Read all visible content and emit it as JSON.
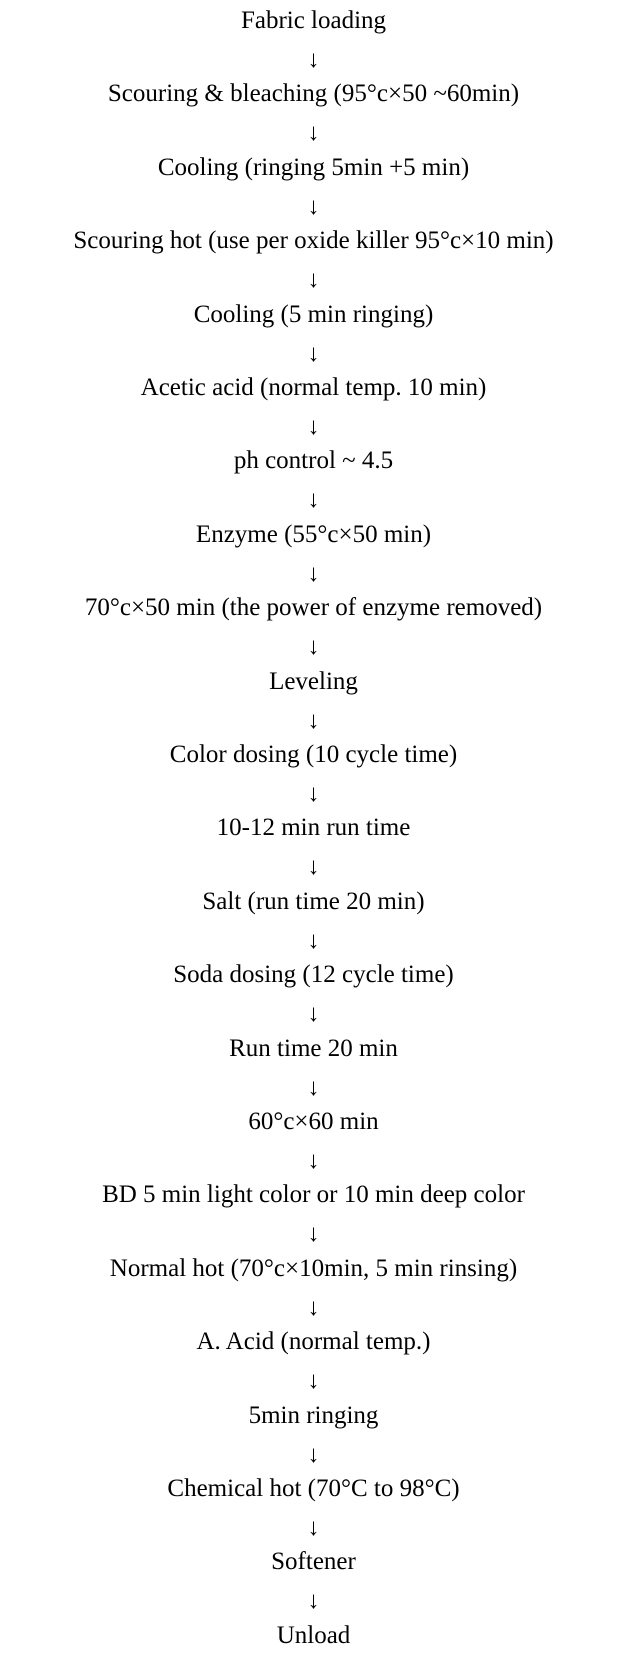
{
  "diagram": {
    "arrow_glyph": "↓",
    "steps": [
      "Fabric loading",
      "Scouring & bleaching (95°c×50 ~60min)",
      "Cooling (ringing 5min +5 min)",
      "Scouring hot (use per oxide killer 95°c×10 min)",
      "Cooling (5 min ringing)",
      "Acetic acid (normal temp. 10 min)",
      "ph control ~ 4.5",
      "Enzyme (55°c×50 min)",
      "70°c×50 min (the power of enzyme removed)",
      "Leveling",
      "Color dosing (10 cycle time)",
      "10-12 min run time",
      "Salt (run time 20 min)",
      "Soda dosing (12 cycle time)",
      "Run time 20 min",
      "60°c×60 min",
      "BD 5 min light color or 10 min deep color",
      "Normal hot (70°c×10min, 5 min rinsing)",
      "A. Acid   (normal temp.)",
      "5min ringing",
      "Chemical hot (70°C to 98°C)",
      "Softener",
      "Unload"
    ]
  }
}
